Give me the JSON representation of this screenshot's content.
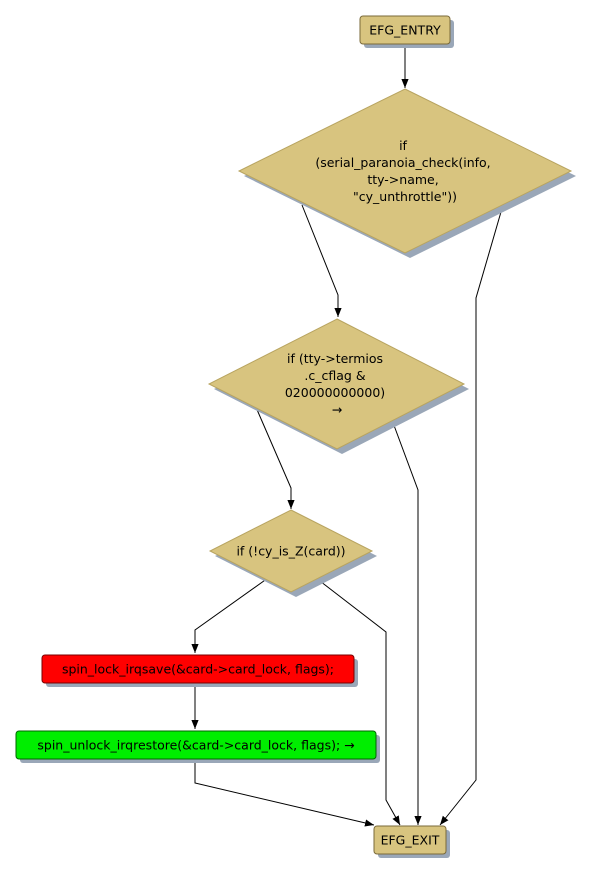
{
  "colors": {
    "decision_fill": "#d8c47f",
    "decision_stroke": "#b8a460",
    "box_fill": "#d8c47f",
    "box_stroke": "#7a6a3a",
    "shadow": "#9aa7b8",
    "lock_fill": "#ff0000",
    "unlock_fill": "#00ee00",
    "edge": "#000000"
  },
  "nodes": {
    "entry": {
      "label": "EFG_ENTRY"
    },
    "exit": {
      "label": "EFG_EXIT"
    },
    "check": {
      "lines": [
        "if",
        "(serial_paranoia_check(info,",
        "tty->name,",
        "\"cy_unthrottle\"))"
      ]
    },
    "cflag": {
      "lines": [
        "if (tty->termios",
        ".c_cflag &",
        "020000000000)",
        "→"
      ]
    },
    "isz": {
      "label": "if (!cy_is_Z(card))"
    },
    "lock": {
      "label": "spin_lock_irqsave(&card->card_lock, flags);"
    },
    "unlock": {
      "label": "spin_unlock_irqrestore(&card->card_lock, flags); →"
    }
  }
}
